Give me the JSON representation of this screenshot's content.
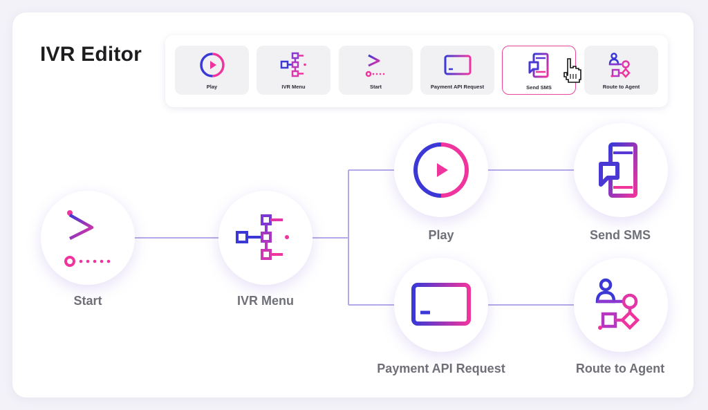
{
  "app": {
    "title": "IVR Editor"
  },
  "palette": {
    "items": [
      {
        "label": "Play",
        "icon": "play-icon"
      },
      {
        "label": "IVR Menu",
        "icon": "ivr-menu-icon"
      },
      {
        "label": "Start",
        "icon": "flag-icon"
      },
      {
        "label": "Payment API Request",
        "icon": "payment-card-icon"
      },
      {
        "label": "Send SMS",
        "icon": "sms-phone-icon",
        "selected": true
      },
      {
        "label": "Route to Agent",
        "icon": "route-agent-icon"
      }
    ]
  },
  "flow": {
    "nodes": [
      {
        "label": "Start",
        "icon": "flag-icon"
      },
      {
        "label": "IVR Menu",
        "icon": "ivr-menu-icon"
      },
      {
        "label": "Play",
        "icon": "play-icon"
      },
      {
        "label": "Send SMS",
        "icon": "sms-phone-icon"
      },
      {
        "label": "Payment API Request",
        "icon": "payment-card-icon"
      },
      {
        "label": "Route to Agent",
        "icon": "route-agent-icon"
      }
    ]
  },
  "colors": {
    "accent_pink": "#ec3aa0",
    "accent_indigo": "#3a3ad0",
    "connector": "#b2a9ea",
    "selected_border": "#e9459b"
  }
}
